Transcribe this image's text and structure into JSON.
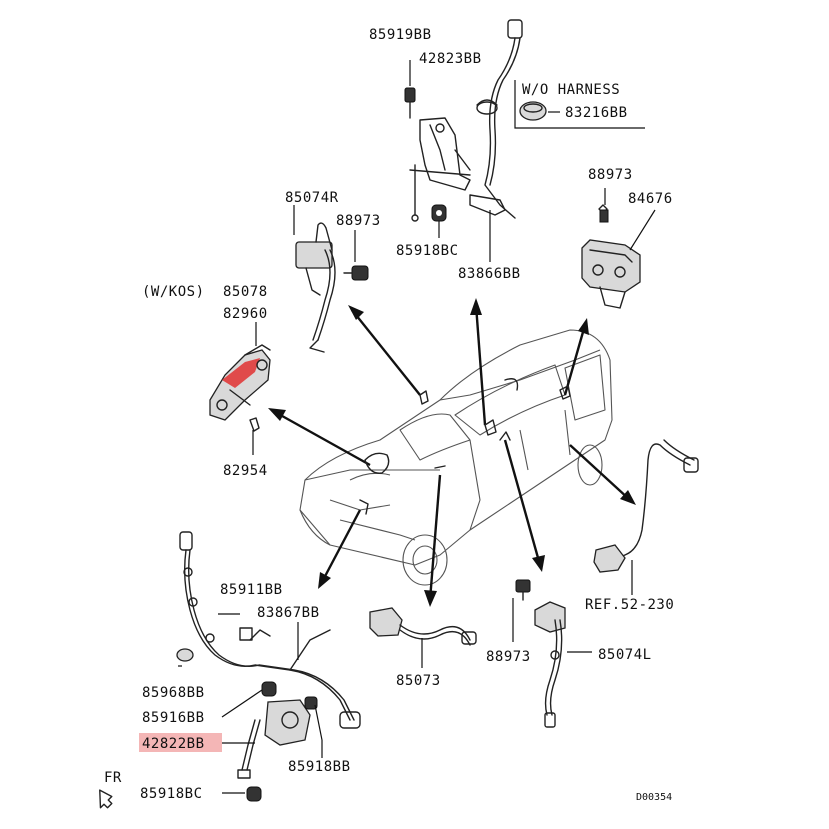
{
  "labels": {
    "p85919bb": "85919BB",
    "p42823bb": "42823BB",
    "wo_harness": "W/O HARNESS",
    "p83216bb": "83216BB",
    "p85074r": "85074R",
    "p88973_top": "88973",
    "p85918bc_top": "85918BC",
    "p83866bb": "83866BB",
    "p88973_right": "88973",
    "p84676": "84676",
    "wkos": "(W/KOS)",
    "p85078": "85078",
    "p82960": "82960",
    "p82954": "82954",
    "p85911bb": "85911BB",
    "p83867bb": "83867BB",
    "p85968bb": "85968BB",
    "p85916bb": "85916BB",
    "p42822bb": "42822BB",
    "p85918bb": "85918BB",
    "p85918bc_bottom": "85918BC",
    "p85073": "85073",
    "p88973_bottom": "88973",
    "p85074l": "85074L",
    "ref_52_230": "REF.52-230",
    "fr": "FR",
    "diagram_code": "D00354"
  },
  "colors": {
    "highlight": "#f4b6b6",
    "accent_red": "#e03030",
    "ink": "#111111"
  }
}
